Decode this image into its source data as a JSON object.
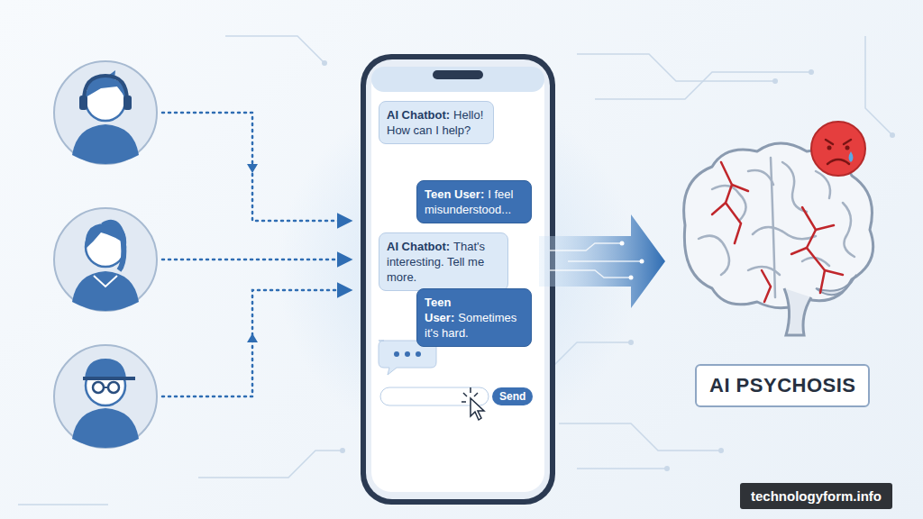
{
  "diagram": {
    "nodes": [
      {
        "text": [
          "AI Chatbot:",
          "Hello! How can I help?"
        ]
      },
      {
        "text": [
          "Teen User:",
          "I feel misunderstood..."
        ]
      },
      {
        "text": [
          "AI Chatbot:",
          "That's interesting. Tell me more."
        ]
      },
      {
        "text": [
          "Teen User:",
          "Sometimes it's hard."
        ]
      },
      {
        "text": [
          "Send"
        ]
      },
      {
        "text": [
          "AI PSYCHOSIS"
        ]
      }
    ],
    "labels": [
      "technologyform.info"
    ]
  }
}
